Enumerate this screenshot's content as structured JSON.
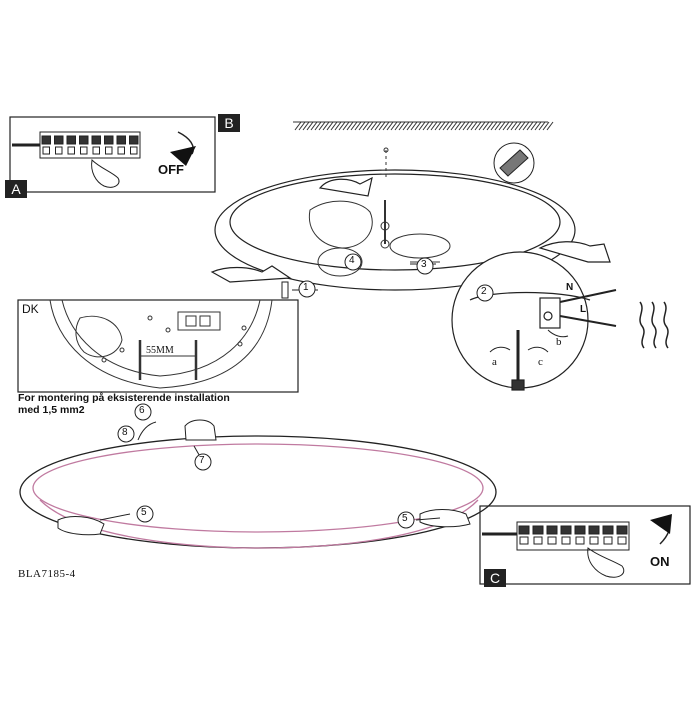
{
  "panels": {
    "b_label": "B",
    "a_label": "A",
    "c_label": "C",
    "dk_label": "DK",
    "off_text": "OFF",
    "on_text": "ON"
  },
  "diagram": {
    "measure_55mm": "55MM",
    "wire_n": "N",
    "wire_l": "L",
    "letter_a": "a",
    "letter_b": "b",
    "letter_c": "c",
    "step_1": "1",
    "step_2": "2",
    "step_3": "3",
    "step_4": "4",
    "step_5": "5",
    "step_6": "6",
    "step_7": "7",
    "step_8": "8"
  },
  "note": {
    "line1": "For montering på eksisterende installation",
    "line2": "med 1,5 mm2"
  },
  "model_code": "BLA7185-4",
  "colors": {
    "line": "#222222",
    "glass": "#c07aa0",
    "tab_bg": "#222222"
  }
}
